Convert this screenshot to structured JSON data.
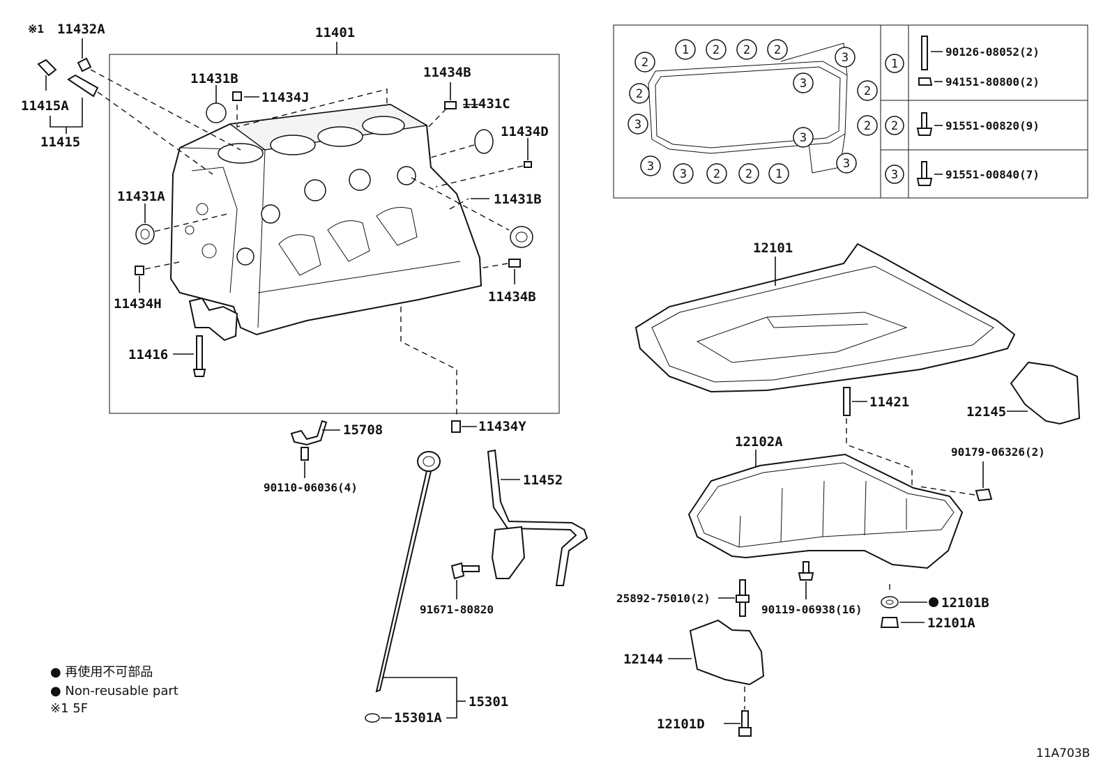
{
  "labels": {
    "note_1": "※1",
    "p11432A": "11432A",
    "p11401": "11401",
    "p11415A": "11415A",
    "p11415": "11415",
    "p11431B_top": "11431B",
    "p11434J": "11434J",
    "p11434B_top": "11434B",
    "p11431C": "11431C",
    "p11434D": "11434D",
    "p11431A": "11431A",
    "p11431B_right": "11431B",
    "p11434H": "11434H",
    "p11434B_right": "11434B",
    "p11416": "11416",
    "p15708": "15708",
    "p11434Y": "11434Y",
    "p90110": "90110-06036(4)",
    "p11452": "11452",
    "p91671": "91671-80820",
    "p15301": "15301",
    "p15301A": "15301A",
    "p12101": "12101",
    "p12145": "12145",
    "p11421": "11421",
    "p12102A": "12102A",
    "p90179": "90179-06326(2)",
    "p25892": "25892-75010(2)",
    "p90119": "90119-06938(16)",
    "p12101B": "12101B",
    "p12101A": "12101A",
    "p12144": "12144",
    "p12101D": "12101D",
    "code": "11A703B"
  },
  "bolt_table": [
    {
      "num": "1",
      "parts": [
        "90126-08052(2)",
        "94151-80800(2)"
      ]
    },
    {
      "num": "2",
      "parts": [
        "91551-00820(9)"
      ]
    },
    {
      "num": "3",
      "parts": [
        "91551-00840(7)"
      ]
    }
  ],
  "pattern_numbers": {
    "top": [
      "1",
      "2",
      "2",
      "2"
    ],
    "left": [
      "2",
      "2",
      "3",
      "3"
    ],
    "bottom": [
      "3",
      "2",
      "2",
      "1"
    ],
    "right": [
      "3",
      "3",
      "2",
      "2",
      "3",
      "3"
    ]
  },
  "legend": {
    "jp": "● 再使用不可部品",
    "en": "● Non-reusable part",
    "note": "※1 5F"
  }
}
